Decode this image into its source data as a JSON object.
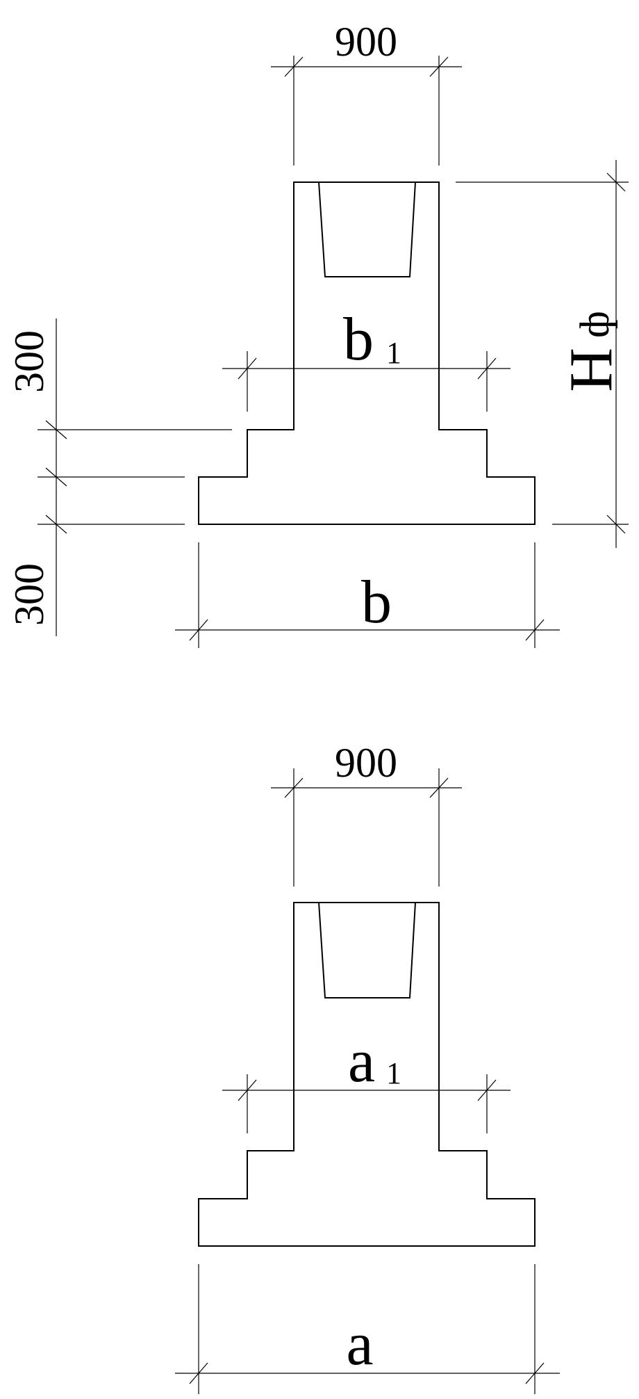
{
  "drawings": [
    {
      "id": "section-b",
      "top_dim": "900",
      "mid_dim_main": "b",
      "mid_dim_sub": "1",
      "bottom_dim": "b",
      "left_dim_upper": "300",
      "left_dim_lower": "300",
      "height_dim_main": "H",
      "height_dim_sub": "ф"
    },
    {
      "id": "section-a",
      "top_dim": "900",
      "mid_dim_main": "a",
      "mid_dim_sub": "1",
      "bottom_dim": "a"
    }
  ]
}
